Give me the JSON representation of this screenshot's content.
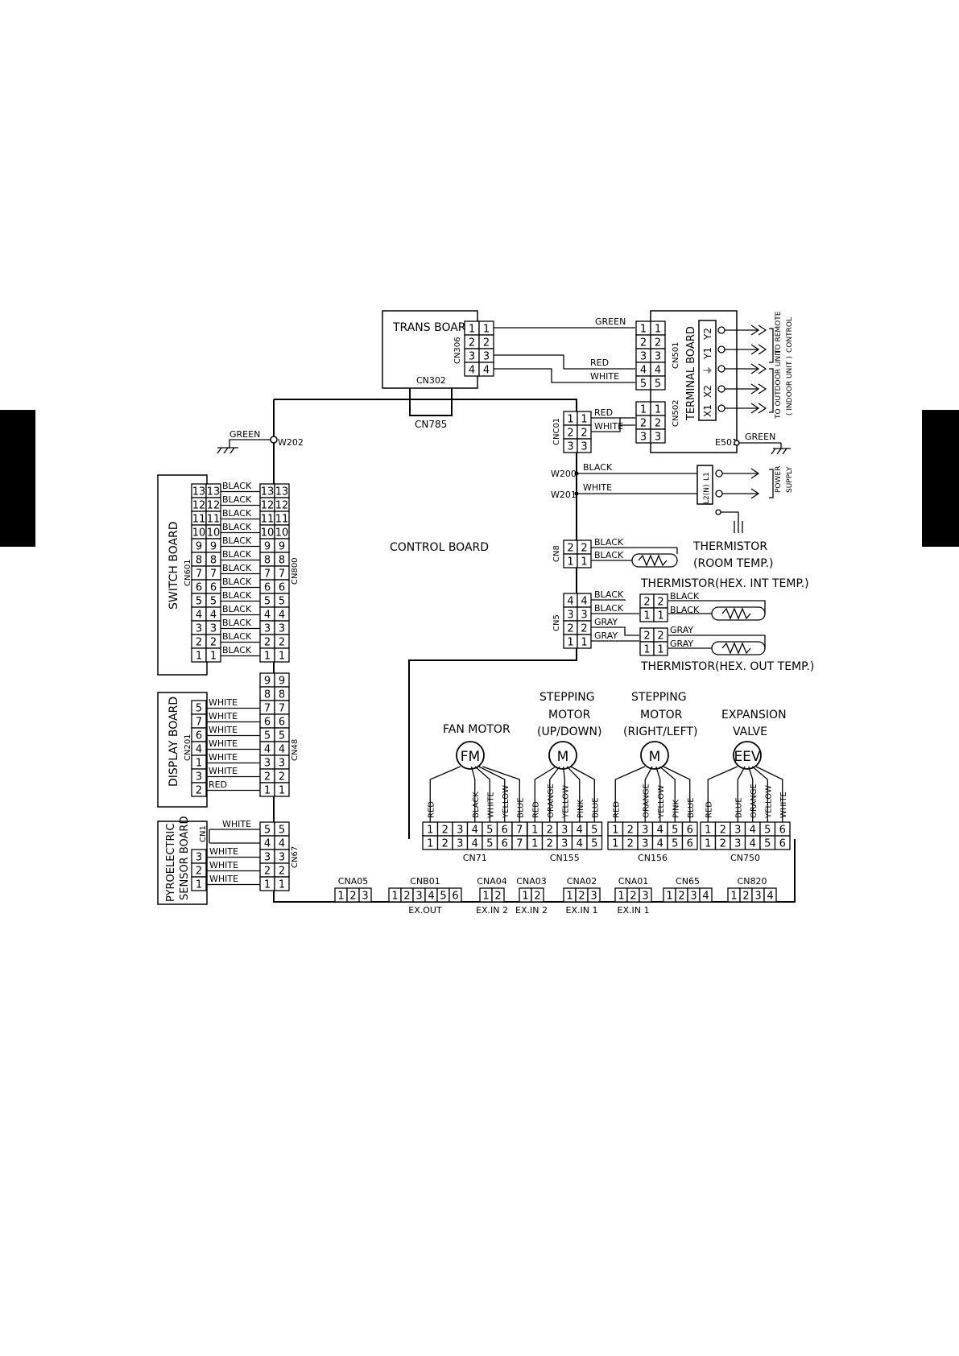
{
  "labels": {
    "trans_board": "TRANS BOARD",
    "terminal_board": "TERMINAL BOARD",
    "control_board": "CONTROL BOARD",
    "switch_board": "SWITCH BOARD",
    "display_board": "DISPLAY BOARD",
    "pyro_line1": "PYROELECTRIC",
    "pyro_line2": "SENSOR BOARD",
    "cn306": "CN306",
    "cn302": "CN302",
    "cn785": "CN785",
    "cn501": "CN501",
    "cn502": "CN502",
    "cnc01": "CNC01",
    "cn601": "CN601",
    "cn800": "CN800",
    "cn201": "CN201",
    "cn48": "CN48",
    "cn1": "CN1",
    "cn67": "CN67",
    "cn8": "CN8",
    "cn5": "CN5",
    "e501": "E501",
    "w202": "W202",
    "w200": "W200",
    "w201": "W201",
    "to_remote_1": "TO REMOTE",
    "to_remote_2": "CONTROL",
    "to_outdoor_1": "TO OUTDOOR UNIT",
    "to_outdoor_2": "( INDOOR UNIT )",
    "power_1": "POWER",
    "power_2": "SUPPLY",
    "thermistor_room_1": "THERMISTOR",
    "thermistor_room_2": "(ROOM TEMP.)",
    "thermistor_int": "THERMISTOR(HEX. INT TEMP.)",
    "thermistor_out": "THERMISTOR(HEX. OUT TEMP.)",
    "fan_motor": "FAN MOTOR",
    "stepping_1": "STEPPING",
    "stepping_2": "MOTOR",
    "updown": "(UP/DOWN)",
    "rightleft": "(RIGHT/LEFT)",
    "expansion_1": "EXPANSION",
    "expansion_2": "VALVE",
    "fm": "FM",
    "m": "M",
    "eev": "EEV",
    "l1": "L1",
    "l2n": "L2(N)",
    "x1": "X1",
    "x2": "X2",
    "y1": "Y1",
    "y2": "Y2",
    "gnd_sym": "⏚"
  },
  "wires": {
    "green": "GREEN",
    "red": "RED",
    "white": "WHITE",
    "black": "BLACK",
    "gray": "GRAY",
    "orange": "ORANGE",
    "yellow": "YELLOW",
    "pink": "PINK",
    "blue": "BLUE"
  },
  "switch_pins": [
    "13",
    "12",
    "11",
    "10",
    "9",
    "8",
    "7",
    "6",
    "5",
    "4",
    "3",
    "2",
    "1"
  ],
  "display_pins": [
    "5",
    "7",
    "6",
    "4",
    "1",
    "3",
    "2"
  ],
  "display_wires": [
    "WHITE",
    "WHITE",
    "WHITE",
    "WHITE",
    "WHITE",
    "WHITE",
    "RED"
  ],
  "cn48_pins": [
    "9",
    "8",
    "7",
    "6",
    "5",
    "4",
    "3",
    "2",
    "1"
  ],
  "cn67_pins": [
    "5",
    "4",
    "3",
    "2",
    "1"
  ],
  "pyro_pins": [
    "3",
    "2",
    "1"
  ],
  "motor_connectors": [
    {
      "name": "CN71",
      "pins": [
        "1",
        "2",
        "3",
        "4",
        "5",
        "6",
        "7"
      ],
      "wires": [
        "RED",
        "",
        "",
        "BLACK",
        "WHITE",
        "YELLOW",
        "BLUE"
      ]
    },
    {
      "name": "CN155",
      "pins": [
        "1",
        "2",
        "3",
        "4",
        "5"
      ],
      "wires": [
        "RED",
        "ORANGE",
        "YELLOW",
        "PINK",
        "BLUE"
      ]
    },
    {
      "name": "CN156",
      "pins": [
        "1",
        "2",
        "3",
        "4",
        "5",
        "6"
      ],
      "wires": [
        "RED",
        "",
        "ORANGE",
        "YELLOW",
        "PINK",
        "BLUE"
      ]
    },
    {
      "name": "CN750",
      "pins": [
        "1",
        "2",
        "3",
        "4",
        "5",
        "6"
      ],
      "wires": [
        "RED",
        "",
        "BLUE",
        "ORANGE",
        "YELLOW",
        "WHITE"
      ]
    }
  ],
  "bottom_connectors": [
    {
      "name": "CNA05",
      "pins": [
        "1",
        "2",
        "3"
      ],
      "sub": ""
    },
    {
      "name": "CNB01",
      "pins": [
        "1",
        "2",
        "3",
        "4",
        "5",
        "6"
      ],
      "sub": "EX.OUT"
    },
    {
      "name": "CNA04",
      "pins": [
        "1",
        "2"
      ],
      "sub": "EX.IN 2"
    },
    {
      "name": "CNA03",
      "pins": [
        "1",
        "2"
      ],
      "sub": "EX.IN 2"
    },
    {
      "name": "CNA02",
      "pins": [
        "1",
        "2",
        "3"
      ],
      "sub": "EX.IN 1"
    },
    {
      "name": "CNA01",
      "pins": [
        "1",
        "2",
        "3"
      ],
      "sub": "EX.IN 1"
    },
    {
      "name": "CN65",
      "pins": [
        "1",
        "2",
        "3",
        "4"
      ],
      "sub": ""
    },
    {
      "name": "CN820",
      "pins": [
        "1",
        "2",
        "3",
        "4"
      ],
      "sub": ""
    }
  ]
}
